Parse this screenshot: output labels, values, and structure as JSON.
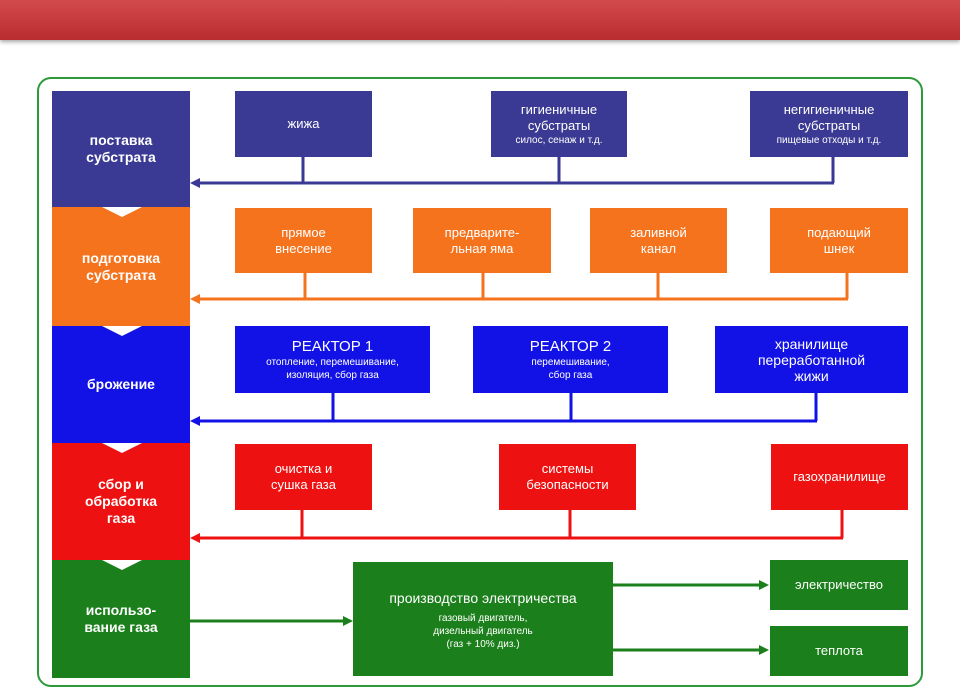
{
  "colors": {
    "header": "#c93a3d",
    "frame": "#2d9a3a",
    "supply": "#3a3a94",
    "prep": "#f6731d",
    "ferment": "#1212e6",
    "gas": "#ee1111",
    "use": "#1b7f1b"
  },
  "stages": {
    "supply": "поставка\nсубстрата",
    "prep": "подготовка\nсубстрата",
    "ferment": "брожение",
    "gas": "сбор и\nобработка\nгаза",
    "use": "использо-\nвание газа"
  },
  "supply": {
    "b1": "жижа",
    "b2_title": "гигиеничные\nсубстраты",
    "b2_sub": "силос, сенаж и т.д.",
    "b3_title": "негигиеничные\nсубстраты",
    "b3_sub": "пищевые отходы и т.д."
  },
  "prep": {
    "b1": "прямое\nвнесение",
    "b2": "предварите-\nльная яма",
    "b3": "заливной\nканал",
    "b4": "подающий\nшнек"
  },
  "ferment": {
    "r1_title": "РЕАКТОР 1",
    "r1_sub": "отопление, перемешивание,\nизоляция, сбор газа",
    "r2_title": "РЕАКТОР 2",
    "r2_sub": "перемешивание,\nсбор газа",
    "storage": "хранилище\nпереработанной\nжижи"
  },
  "gas": {
    "b1": "очистка и\nсушка газа",
    "b2": "системы\nбезопасности",
    "b3": "газохранилище"
  },
  "use": {
    "prod_title": "производство электричества",
    "prod_sub": "газовый двигатель,\nдизельный двигатель\n(газ + 10% диз.)",
    "out1": "электричество",
    "out2": "теплота"
  }
}
